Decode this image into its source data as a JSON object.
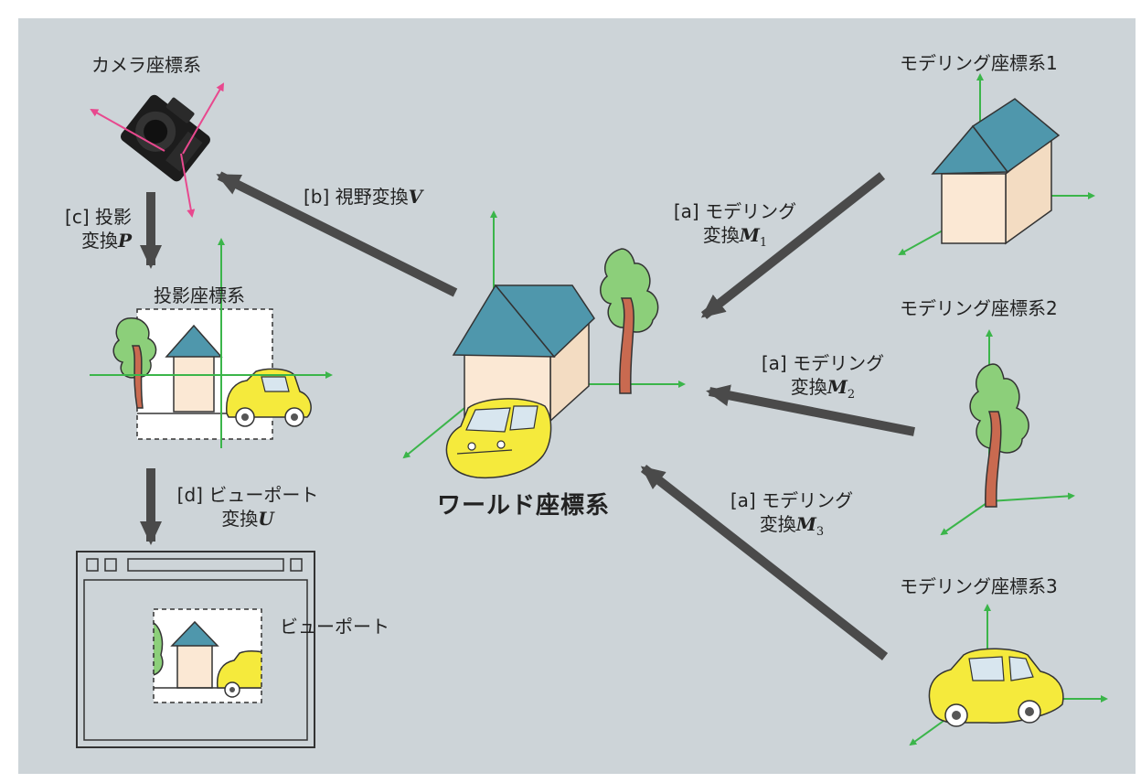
{
  "colors": {
    "background": "#cdd4d8",
    "arrow": "#4a4a4a",
    "axis_green": "#3bb54a",
    "axis_pink": "#e8488e",
    "roof": "#4f97ac",
    "wall": "#fbe8d4",
    "car_yellow": "#f5ea3c",
    "tree_green": "#8ccf7a",
    "trunk": "#c96a50"
  },
  "labels": {
    "camera_coords": "カメラ座標系",
    "view_transform_tag": "[b]",
    "view_transform_text": "視野変換",
    "view_matrix": "V",
    "projection_tag": "[c]",
    "projection_text_1": "投影",
    "projection_text_2": "変換",
    "projection_matrix": "P",
    "projection_coords": "投影座標系",
    "viewport_tag": "[d]",
    "viewport_text_1": "ビューポート",
    "viewport_text_2": "変換",
    "viewport_matrix": "U",
    "viewport_label": "ビューポート",
    "world_coords": "ワールド座標系",
    "modeling_coords_1": "モデリング座標系1",
    "modeling_coords_2": "モデリング座標系2",
    "modeling_coords_3": "モデリング座標系3",
    "modeling_tag": "[a]",
    "modeling_text": "モデリング",
    "modeling_conv": "変換",
    "modeling_matrix": "M",
    "m_sub_1": "1",
    "m_sub_2": "2",
    "m_sub_3": "3"
  }
}
